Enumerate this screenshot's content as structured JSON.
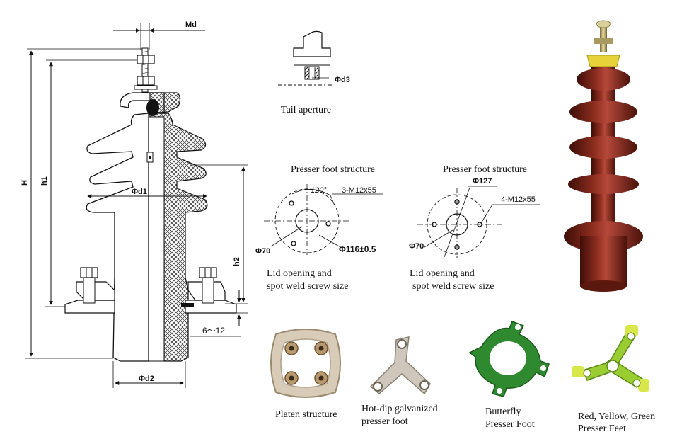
{
  "main_drawing": {
    "labels": {
      "md": "Md",
      "H": "H",
      "h1": "h1",
      "h2": "h2",
      "d1": "Φd1",
      "d2": "Φd2",
      "gap": "6～12"
    }
  },
  "tail_aperture": {
    "label": "Φd3",
    "caption": "Tail aperture"
  },
  "presser_foot_3": {
    "title": "Presser foot structure",
    "angle": "120°",
    "screws": "3-M12x55",
    "inner_dia": "Φ70",
    "outer_dia": "Φ116±0.5",
    "caption_line1": "Lid opening and",
    "caption_line2": "spot weld screw size"
  },
  "presser_foot_4": {
    "title": "Presser foot structure",
    "outer_dia": "Φ127",
    "screws": "4-M12x55",
    "inner_dia": "Φ70",
    "caption_line1": "Lid opening and",
    "caption_line2": "spot weld screw size"
  },
  "products": [
    {
      "line1": "Platen structure",
      "line2": ""
    },
    {
      "line1": "Hot-dip galvanized",
      "line2": "presser foot"
    },
    {
      "line1": "Butterfly",
      "line2": "Presser Foot"
    },
    {
      "line1": "Red, Yellow, Green",
      "line2": "Presser Feet"
    }
  ],
  "colors": {
    "porcelain": "#6e2016",
    "cap_yellow": "#e8d23a",
    "butterfly_green": "#2f8a2f",
    "lime_green": "#9acd32",
    "metal": "#c9bfb2"
  }
}
